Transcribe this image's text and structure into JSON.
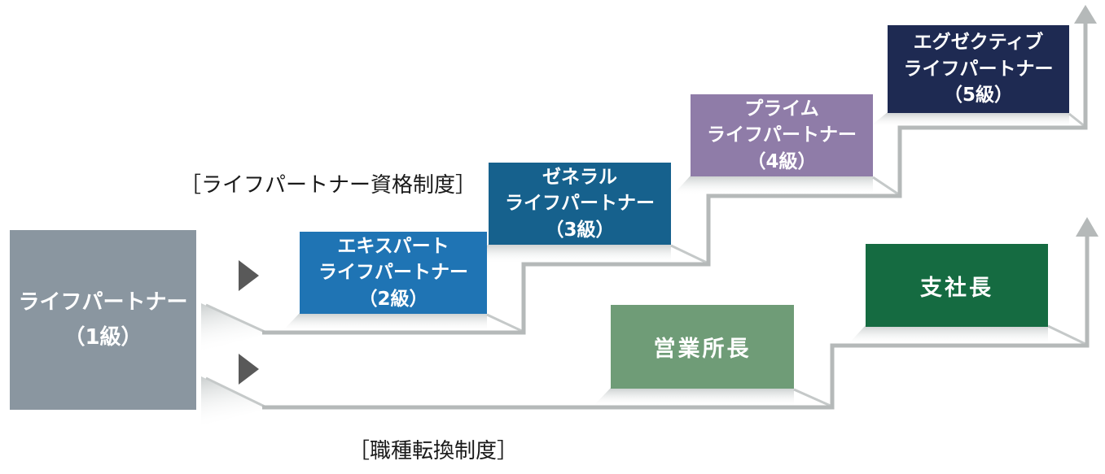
{
  "diagram": {
    "title_labels": {
      "qualification_system": "［ライフパートナー資格制度］",
      "job_conversion_system": "［職種転換制度］"
    },
    "base": {
      "name": "ライフパートナー",
      "grade": "（1級）",
      "color": "#8A96A0"
    },
    "qualification_path": {
      "steps": [
        {
          "name": "エキスパート",
          "subname": "ライフパートナー",
          "grade": "（2級）",
          "color": "#1F74B4"
        },
        {
          "name": "ゼネラル",
          "subname": "ライフパートナー",
          "grade": "（3級）",
          "color": "#16618D"
        },
        {
          "name": "プライム",
          "subname": "ライフパートナー",
          "grade": "（4級）",
          "color": "#8F7CA8"
        },
        {
          "name": "エグゼクティブ",
          "subname": "ライフパートナー",
          "grade": "（5級）",
          "color": "#1E2A52"
        }
      ]
    },
    "job_conversion_path": {
      "steps": [
        {
          "name": "営業所長",
          "color": "#6F9C77"
        },
        {
          "name": "支社長",
          "color": "#156B41"
        }
      ]
    },
    "icons": {
      "right_arrow_color": "#595959",
      "staircase_color": "#b5b9b9"
    }
  }
}
